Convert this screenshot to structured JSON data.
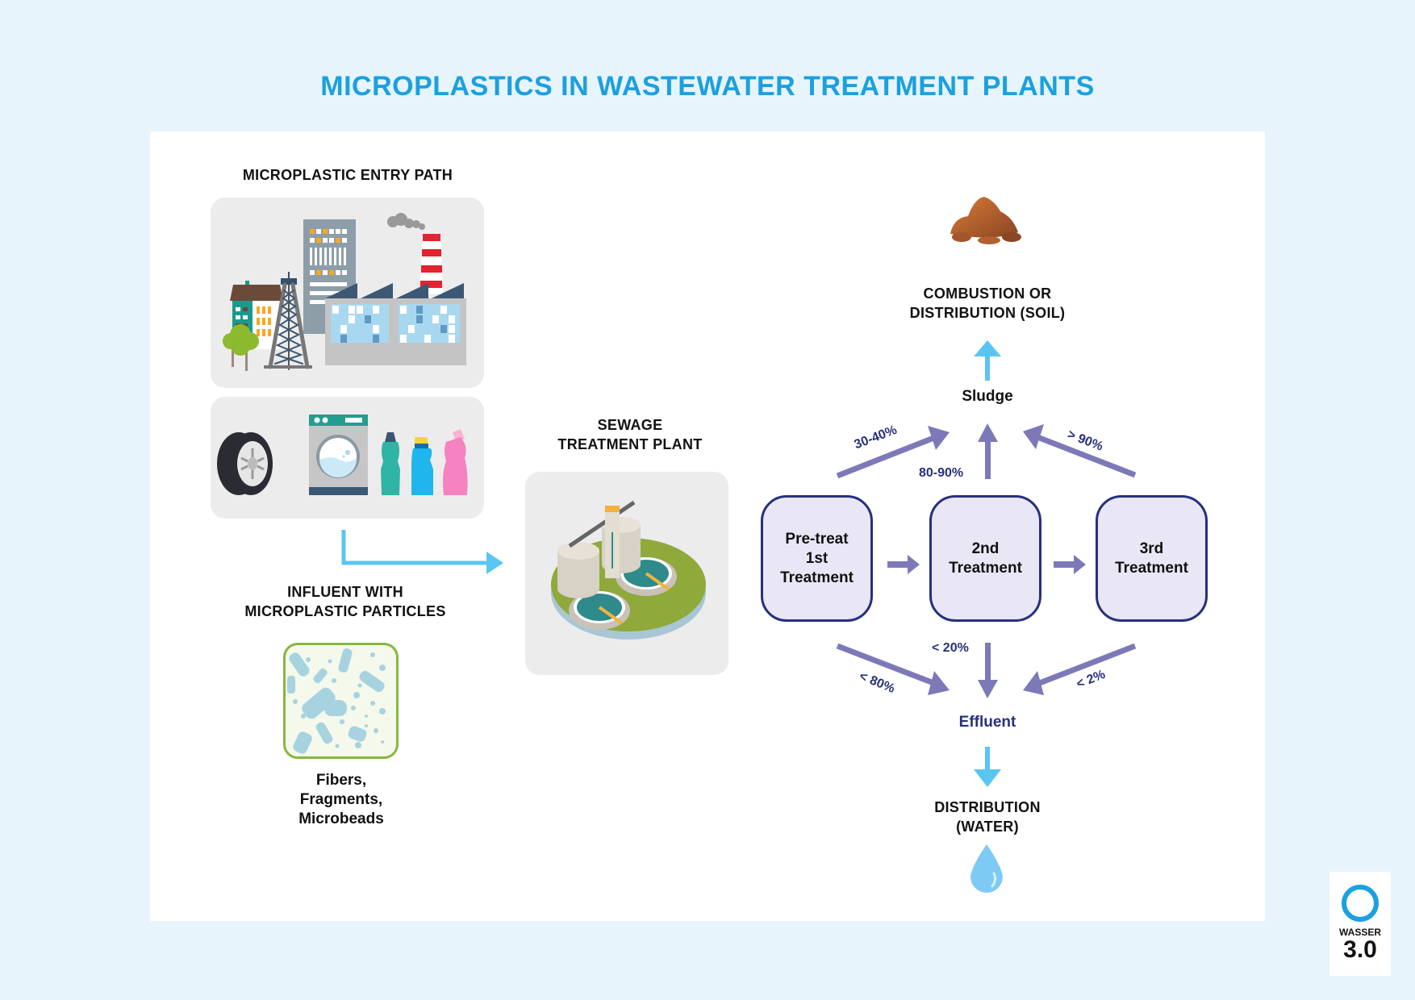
{
  "title": "MICROPLASTICS IN WASTEWATER TREATMENT PLANTS",
  "entry_path": {
    "heading": "MICROPLASTIC ENTRY PATH",
    "sources_row1": [
      "residential-building-icon",
      "oil-derrick-icon",
      "office-tower-icon",
      "factory-icon",
      "chimney-smoke-icon",
      "tree-icon"
    ],
    "sources_row2": [
      "tire-icon",
      "washing-machine-icon",
      "detergent-bottle-icon",
      "cleaner-bottle-icon",
      "pink-bottle-icon"
    ]
  },
  "influent": {
    "heading_line1": "INFLUENT WITH",
    "heading_line2": "MICROPLASTIC PARTICLES",
    "types_line1": "Fibers,",
    "types_line2": "Fragments,",
    "types_line3": "Microbeads"
  },
  "plant": {
    "heading_line1": "SEWAGE",
    "heading_line2": "TREATMENT PLANT"
  },
  "treatments": [
    {
      "line1": "Pre-treat",
      "line2": "1st",
      "line3": "Treatment"
    },
    {
      "line1": "2nd",
      "line2": "Treatment"
    },
    {
      "line1": "3rd",
      "line2": "Treatment"
    }
  ],
  "sludge": {
    "label": "Sludge",
    "destination_line1": "COMBUSTION OR",
    "destination_line2": "DISTRIBUTION (SOIL)",
    "shares": {
      "first": "30-40%",
      "second": "80-90%",
      "third": "> 90%"
    }
  },
  "effluent": {
    "label": "Effluent",
    "destination_line1": "DISTRIBUTION",
    "destination_line2": "(WATER)",
    "shares": {
      "first": "< 80%",
      "second": "< 20%",
      "third": "< 2%"
    }
  },
  "logo": {
    "line1": "WASSER",
    "line2": "3.0"
  },
  "colors": {
    "title": "#1ba0e0",
    "flow_arrow": "#5bc5f2",
    "process_arrow": "#7d79b8",
    "box_border": "#27307c",
    "box_fill": "#e9e7f6",
    "background": "#e7f4fc"
  }
}
